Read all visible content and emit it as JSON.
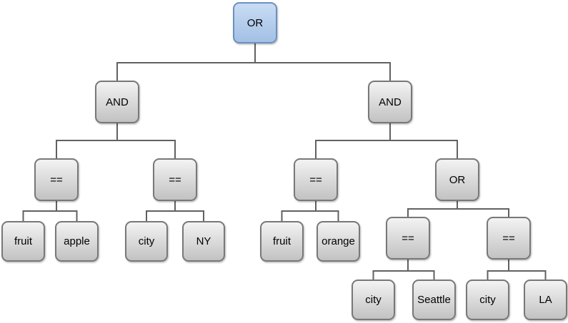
{
  "colors": {
    "background": "#ffffff",
    "text": "#000000",
    "connector": "#616161",
    "node-border": "#787878",
    "node-fill-top": "#f3f3f3",
    "node-fill-bottom": "#c2c2c2",
    "root-border": "#6e90bf",
    "root-fill-top": "#c9dcf4",
    "root-fill-bottom": "#a2c0e5"
  },
  "diagram": {
    "type": "logic-expression-tree",
    "root": {
      "label": "OR",
      "children": [
        {
          "label": "AND",
          "children": [
            {
              "label": "==",
              "children": [
                {
                  "label": "fruit"
                },
                {
                  "label": "apple"
                }
              ]
            },
            {
              "label": "==",
              "children": [
                {
                  "label": "city"
                },
                {
                  "label": "NY"
                }
              ]
            }
          ]
        },
        {
          "label": "AND",
          "children": [
            {
              "label": "==",
              "children": [
                {
                  "label": "fruit"
                },
                {
                  "label": "orange"
                }
              ]
            },
            {
              "label": "OR",
              "children": [
                {
                  "label": "==",
                  "children": [
                    {
                      "label": "city"
                    },
                    {
                      "label": "Seattle"
                    }
                  ]
                },
                {
                  "label": "==",
                  "children": [
                    {
                      "label": "city"
                    },
                    {
                      "label": "LA"
                    }
                  ]
                }
              ]
            }
          ]
        }
      ]
    }
  }
}
